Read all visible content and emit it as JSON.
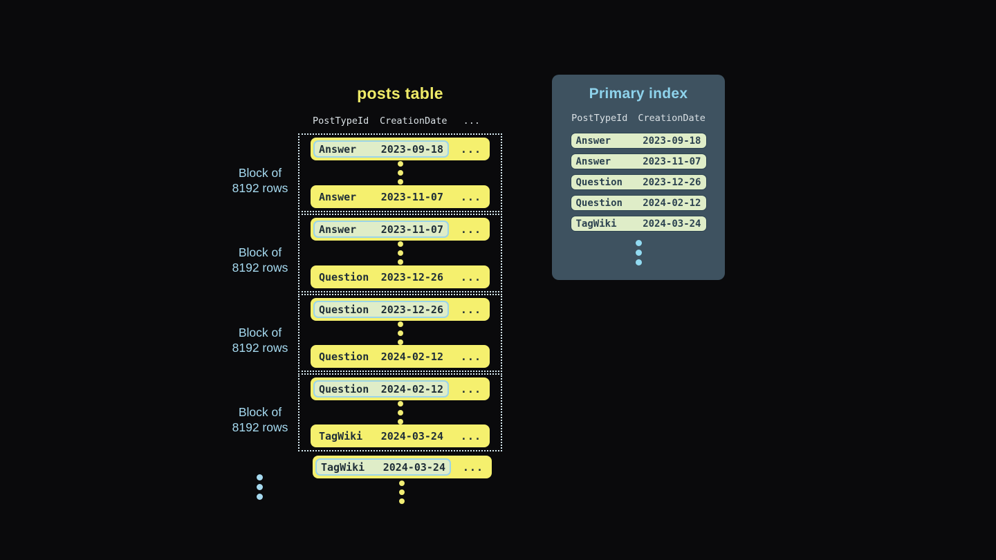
{
  "ellipsis": "...",
  "posts_table": {
    "title": "posts table",
    "header": {
      "col_type": "PostTypeId",
      "col_date": "CreationDate",
      "col_more": "..."
    },
    "block_label": {
      "line1": "Block of",
      "line2": "8192 rows"
    },
    "blocks": [
      {
        "first": {
          "type": "Answer",
          "date": "2023-09-18"
        },
        "last": {
          "type": "Answer",
          "date": "2023-11-07"
        }
      },
      {
        "first": {
          "type": "Answer",
          "date": "2023-11-07"
        },
        "last": {
          "type": "Question",
          "date": "2023-12-26"
        }
      },
      {
        "first": {
          "type": "Question",
          "date": "2023-12-26"
        },
        "last": {
          "type": "Question",
          "date": "2024-02-12"
        }
      },
      {
        "first": {
          "type": "Question",
          "date": "2024-02-12"
        },
        "last": {
          "type": "TagWiki",
          "date": "2024-03-24"
        }
      }
    ],
    "overflow_row": {
      "type": "TagWiki",
      "date": "2024-03-24"
    }
  },
  "primary_index": {
    "title": "Primary index",
    "header": {
      "col_type": "PostTypeId",
      "col_date": "CreationDate"
    },
    "rows": [
      {
        "type": "Answer",
        "date": "2023-09-18"
      },
      {
        "type": "Answer",
        "date": "2023-11-07"
      },
      {
        "type": "Question",
        "date": "2023-12-26"
      },
      {
        "type": "Question",
        "date": "2024-02-12"
      },
      {
        "type": "TagWiki",
        "date": "2024-03-24"
      }
    ]
  },
  "colors": {
    "background": "#0a0a0c",
    "row_yellow": "#f5f06e",
    "highlight_green": "#dfedc8",
    "highlight_border_blue": "#9ad4e9",
    "index_panel_slate": "#3e5260",
    "index_row_border": "#2c4250",
    "accent_light_blue": "#a6daf0",
    "title_yellow": "#efeb68",
    "dark_text": "#1f2e38"
  }
}
